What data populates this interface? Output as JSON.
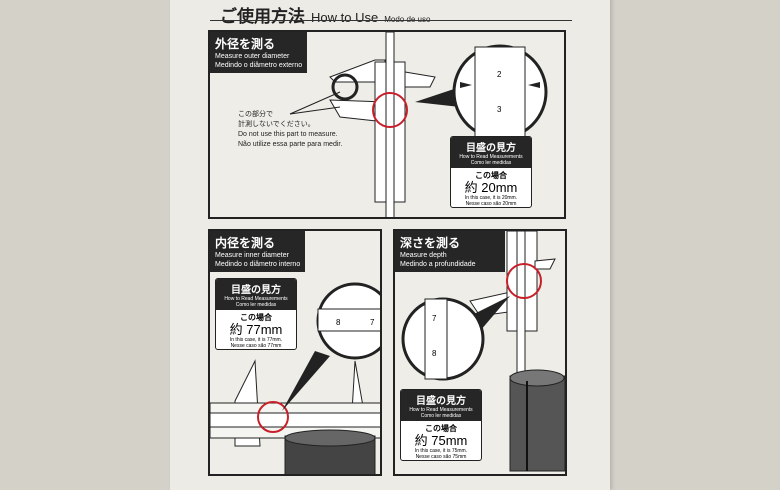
{
  "header": {
    "title_jp": "ご使用方法",
    "title_en": "How to Use",
    "title_pt": "Modo de uso"
  },
  "panels": [
    {
      "title_jp": "外径を測る",
      "title_en": "Measure outer diameter",
      "title_pt": "Medindo o diâmetro externo",
      "read_jp": "目盛の見方",
      "read_en": "How to Read Measurements",
      "read_pt": "Como ler medidas",
      "case_jp": "この場合",
      "value": "約 20mm",
      "case_en": "In this case, it is 20mm.",
      "case_pt": "Nesse caso são 20mm",
      "note_jp1": "この部分で",
      "note_jp2": "計測しないでください。",
      "note_en": "Do not use this part to measure.",
      "note_pt": "Não utilize essa parte para medir.",
      "scale_labels": [
        "2",
        "3"
      ]
    },
    {
      "title_jp": "内径を測る",
      "title_en": "Measure inner diameter",
      "title_pt": "Medindo o diâmetro interno",
      "read_jp": "目盛の見方",
      "read_en": "How to Read Measurements",
      "read_pt": "Como ler medidas",
      "case_jp": "この場合",
      "value": "約 77mm",
      "case_en": "In this case, it is 77mm.",
      "case_pt": "Nesse caso são 77mm",
      "scale_labels": [
        "8",
        "7"
      ]
    },
    {
      "title_jp": "深さを測る",
      "title_en": "Measure depth",
      "title_pt": "Medindo a profundidade",
      "read_jp": "目盛の見方",
      "read_en": "How to Read Measurements",
      "read_pt": "Como ler medidas",
      "case_jp": "この場合",
      "value": "約 75mm",
      "case_en": "In this case, it is 75mm.",
      "case_pt": "Nesse caso são 75mm",
      "scale_labels": [
        "7",
        "8"
      ]
    }
  ],
  "colors": {
    "highlight": "#c8202a",
    "ink": "#262626"
  }
}
